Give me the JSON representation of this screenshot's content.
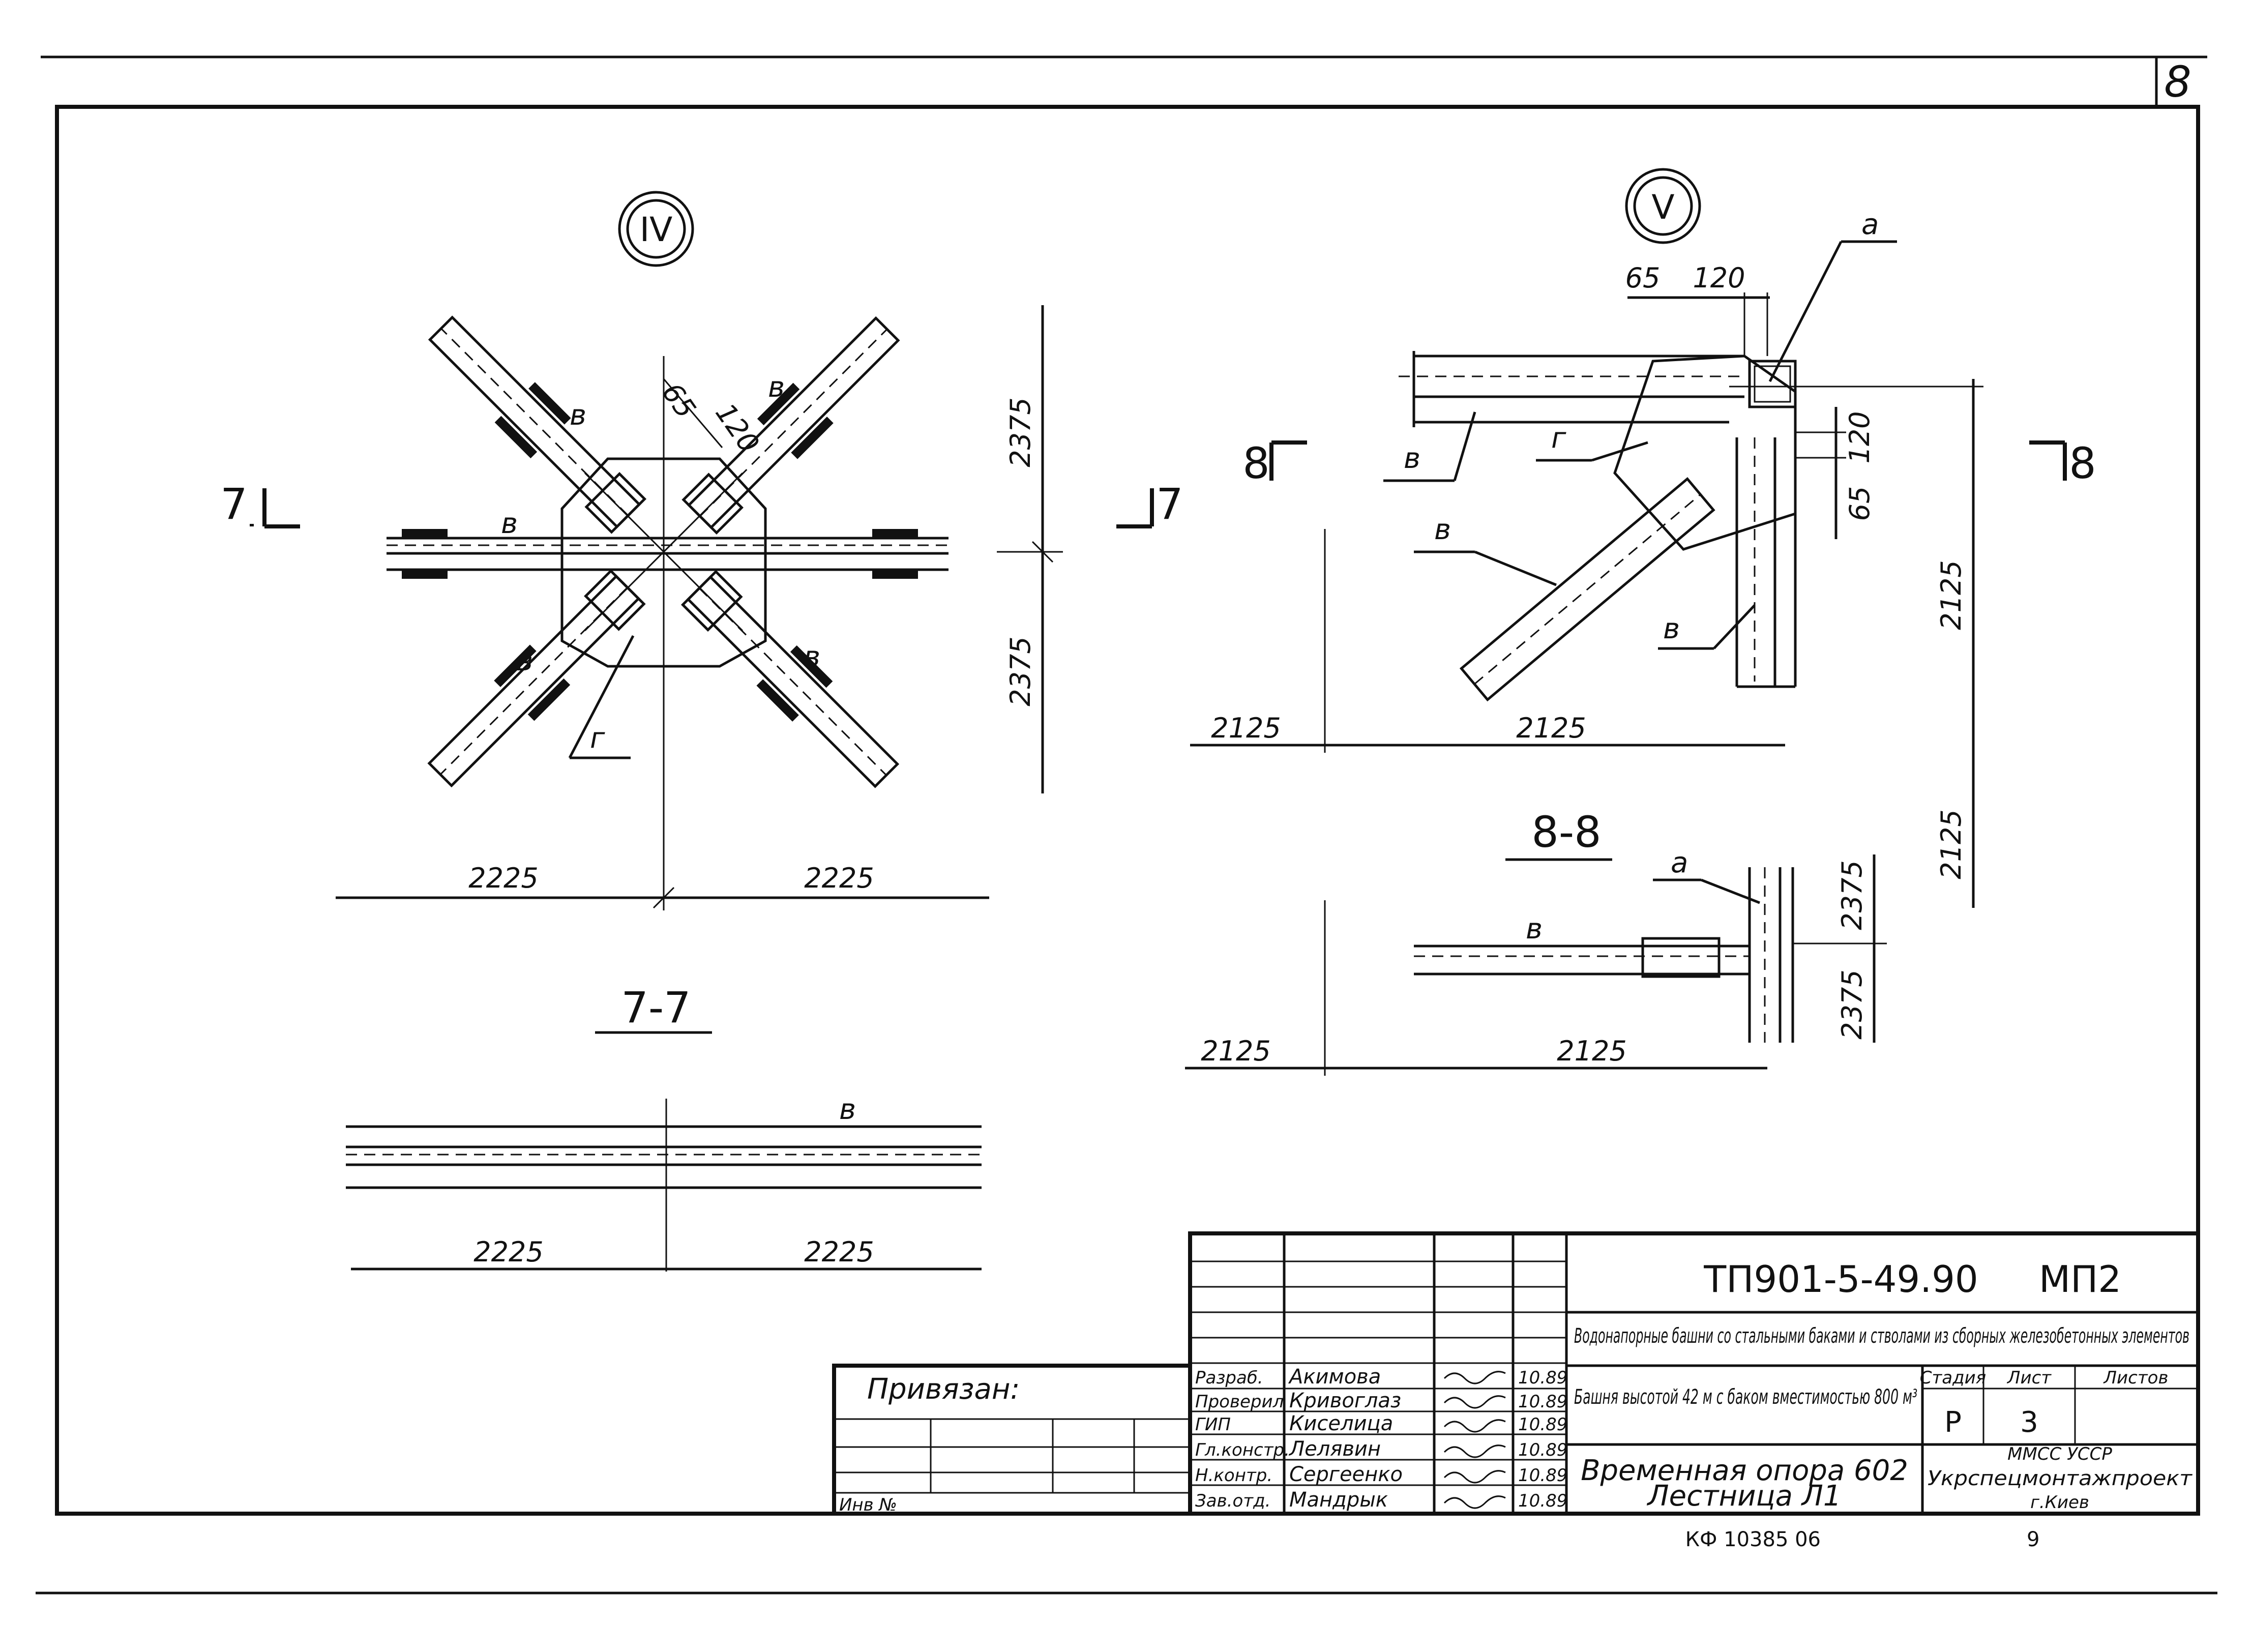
{
  "sheet": {
    "number": "8",
    "archive_code": "КФ 10385 06",
    "archive_page": "9"
  },
  "views": {
    "node4": {
      "mark": "IV",
      "cut_marks": [
        "7",
        "7"
      ],
      "dims": [
        "2375",
        "2375",
        "2225",
        "2225",
        "65",
        "120"
      ],
      "labels": [
        "в",
        "в",
        "в",
        "в",
        "в",
        "г"
      ]
    },
    "node5": {
      "mark": "V",
      "cut_marks": [
        "8",
        "8"
      ],
      "dims": [
        "65",
        "120",
        "120",
        "65",
        "2125",
        "2125",
        "2125",
        "2125"
      ],
      "labels": [
        "а",
        "в",
        "г",
        "в",
        "в"
      ]
    },
    "section77": {
      "title": "7-7",
      "label": "в",
      "dims": [
        "2225",
        "2225"
      ]
    },
    "section88": {
      "title": "8-8",
      "labels": [
        "а",
        "в"
      ],
      "dims": [
        "2375",
        "2375",
        "2125",
        "2125"
      ]
    }
  },
  "title_block": {
    "code": "ТП901-5-49.90",
    "sheet_set": "МП2",
    "description": "Водонапорные башни со стальными баками и стволами из сборных железобетонных элементов",
    "tower": "Башня высотой 42 м с баком вместимостью 800 м³",
    "drawing_title_1": "Временная опора 602",
    "drawing_title_2": "Лестница Л1",
    "stage_header": "Стадия",
    "sheet_header": "Лист",
    "sheets_header": "Листов",
    "stage": "Р",
    "sheet": "3",
    "org_1": "ММСС УССР",
    "org_2": "Укрспецмонтажпроект",
    "org_3": "г.Киев",
    "attached": "Привязан:",
    "inv_no": "Инв №",
    "signers": [
      {
        "role": "Разраб.",
        "name": "Акимова",
        "date": "10.89"
      },
      {
        "role": "Проверил",
        "name": "Кривоглаз",
        "date": "10.89"
      },
      {
        "role": "ГИП",
        "name": "Киселица",
        "date": "10.89"
      },
      {
        "role": "Гл.констр.",
        "name": "Лелявин",
        "date": "10.89"
      },
      {
        "role": "Н.контр.",
        "name": "Сергеенко",
        "date": "10.89"
      },
      {
        "role": "Зав.отд.",
        "name": "Мандрык",
        "date": "10.89"
      }
    ]
  }
}
